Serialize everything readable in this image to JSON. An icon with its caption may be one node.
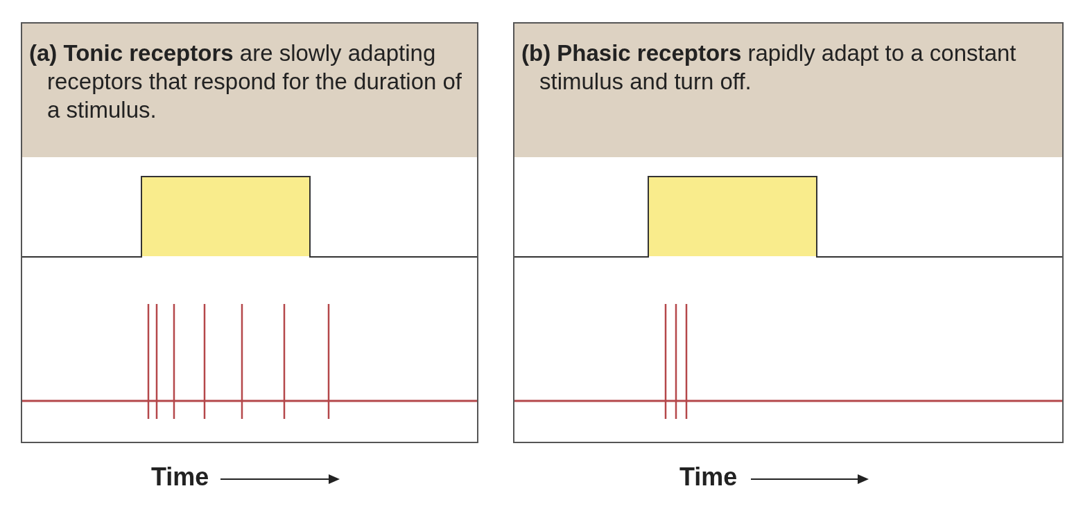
{
  "diagram": {
    "nodes": [
      {
        "text": [
          "**(a) Tonic receptors** are slowly adapting receptors that respond for the duration of a stimulus."
        ]
      },
      {
        "text": [
          "**(b) Phasic receptors** rapidly adapt to a constant stimulus and turn off."
        ]
      }
    ],
    "labels": [
      "Time",
      "Time"
    ]
  }
}
